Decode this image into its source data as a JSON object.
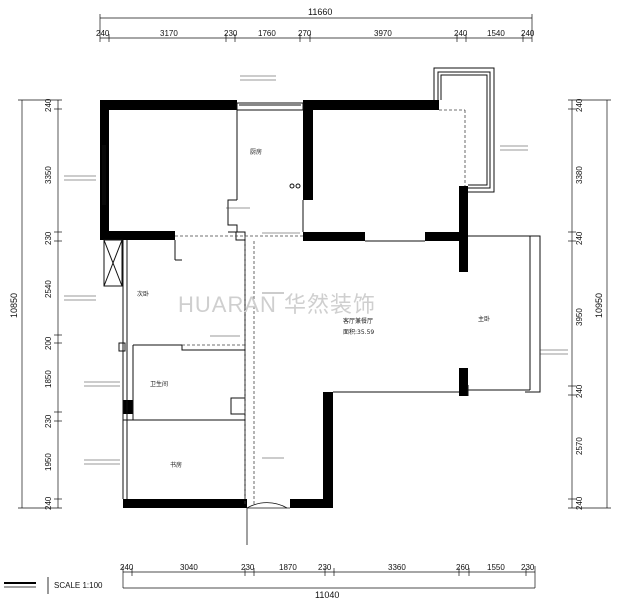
{
  "top_total": "11660",
  "top_dims": [
    "240",
    "3170",
    "230",
    "1760",
    "270",
    "3970",
    "240",
    "1540",
    "240"
  ],
  "bottom_total": "11040",
  "bottom_dims": [
    "240",
    "3040",
    "230",
    "1870",
    "230",
    "3360",
    "260",
    "1550",
    "230"
  ],
  "left_total": "10850",
  "left_dims": [
    "240",
    "3350",
    "230",
    "2540",
    "200",
    "1850",
    "230",
    "1950",
    "240"
  ],
  "right_total": "10950",
  "right_dims": [
    "240",
    "3380",
    "240",
    "3950",
    "240",
    "2570",
    "240"
  ],
  "rooms": {
    "living": "客厅兼餐厅",
    "living_area": "面积:35.59",
    "bedroom_right": "主卧",
    "bedroom_left_mid": "次卧",
    "kitchen": "厨房",
    "bath": "卫生间",
    "bedroom_bottom": "书房"
  },
  "watermark": "HUARAN 华然装饰",
  "scale_label": "SCALE 1:100"
}
